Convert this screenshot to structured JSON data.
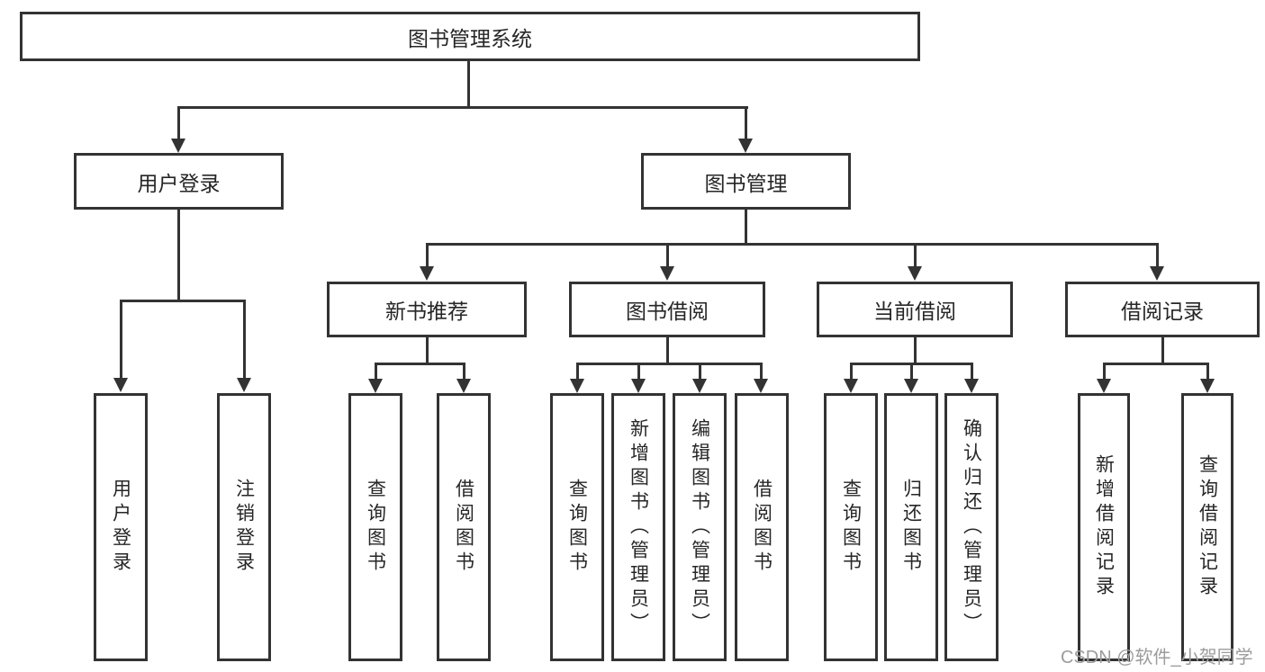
{
  "colors": {
    "line": "#333333",
    "text": "#262626",
    "watermark": "#9c9c9c",
    "background": "#ffffff"
  },
  "watermark": "CSDN @软件_小贺同学",
  "tree": {
    "root": {
      "label": "图书管理系统"
    },
    "children": [
      {
        "label": "用户登录",
        "children": [
          {
            "label": "用户登录"
          },
          {
            "label": "注销登录"
          }
        ]
      },
      {
        "label": "图书管理",
        "children": [
          {
            "label": "新书推荐",
            "children": [
              {
                "label": "查询图书"
              },
              {
                "label": "借阅图书"
              }
            ]
          },
          {
            "label": "图书借阅",
            "children": [
              {
                "label": "查询图书"
              },
              {
                "label": "新增图书（管理员）"
              },
              {
                "label": "编辑图书（管理员）"
              },
              {
                "label": "借阅图书"
              }
            ]
          },
          {
            "label": "当前借阅",
            "children": [
              {
                "label": "查询图书"
              },
              {
                "label": "归还图书"
              },
              {
                "label": "确认归还（管理员）"
              }
            ]
          },
          {
            "label": "借阅记录",
            "children": [
              {
                "label": "新增借阅记录"
              },
              {
                "label": "查询借阅记录"
              }
            ]
          }
        ]
      }
    ]
  }
}
